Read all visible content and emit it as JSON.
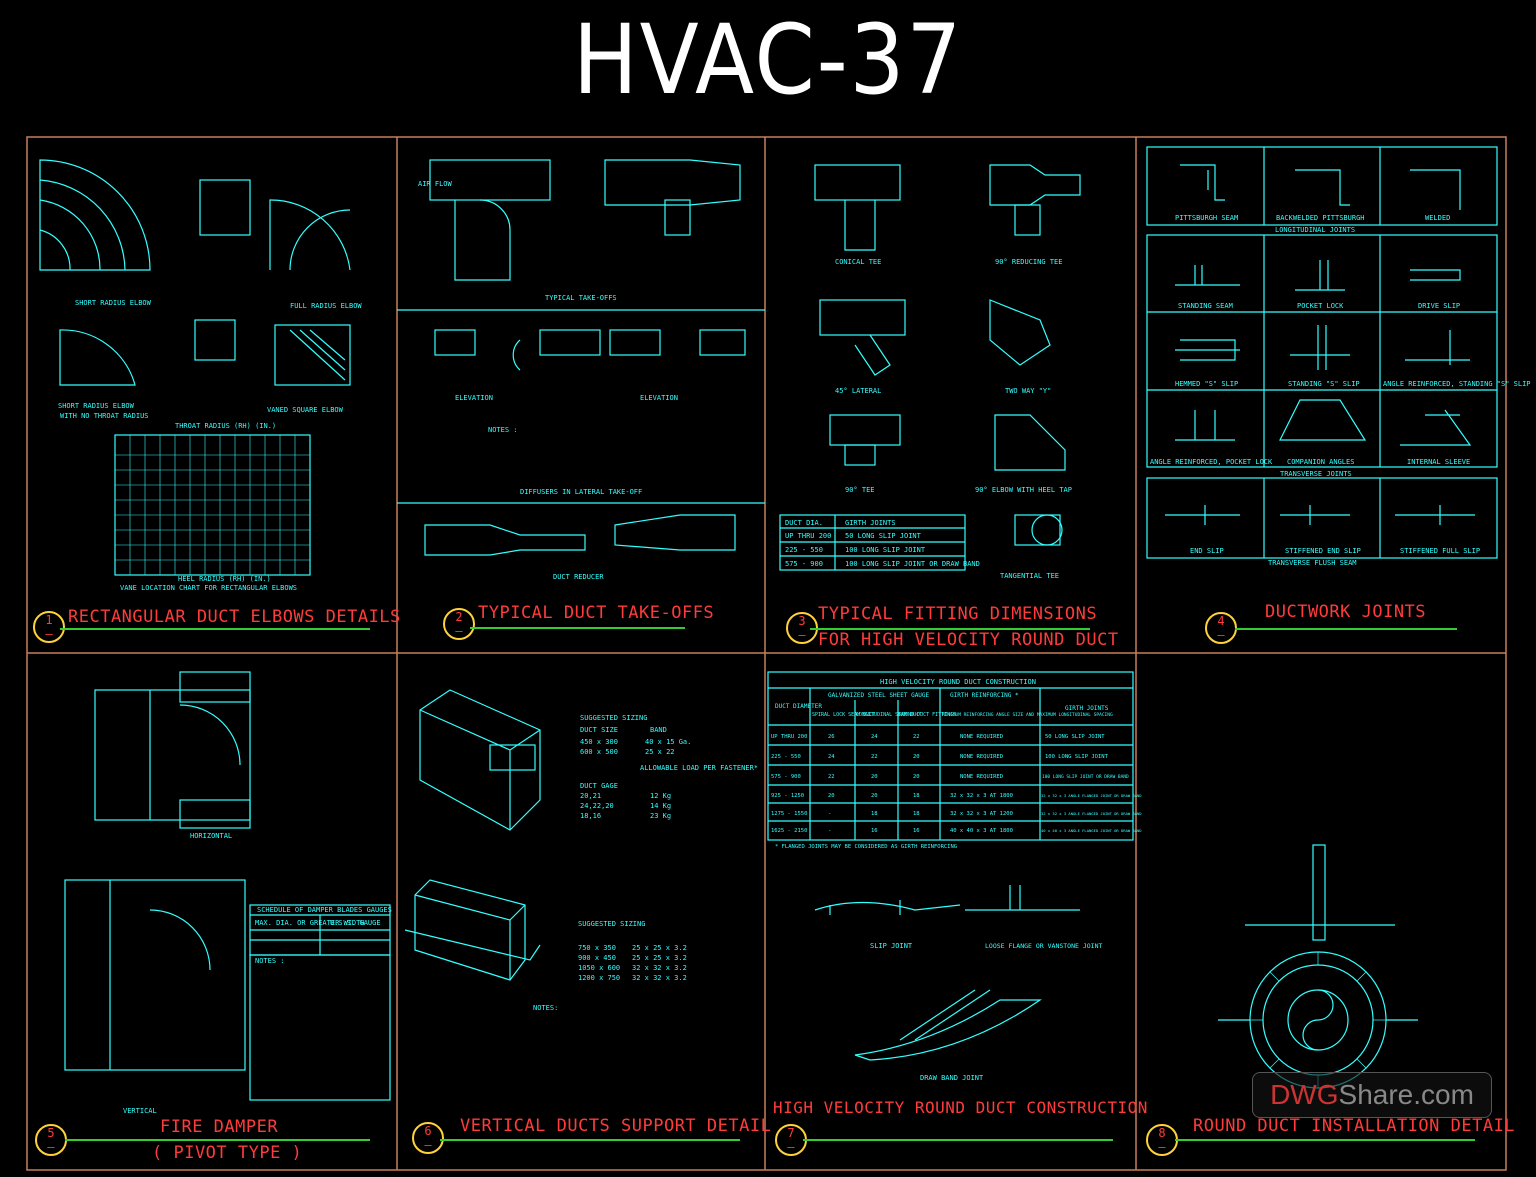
{
  "title": "HVAC-37",
  "colors": {
    "frame": "#c87e5a",
    "drawing": "#33ffff",
    "label": "#ff3b3b",
    "underline": "#33cc33",
    "marker": "#ffd23a",
    "background": "#000000",
    "title": "#ffffff"
  },
  "panels": [
    {
      "number": "1",
      "label": "RECTANGULAR DUCT ELBOWS DETAILS",
      "label2": ""
    },
    {
      "number": "2",
      "label": "TYPICAL DUCT TAKE-OFFS",
      "label2": ""
    },
    {
      "number": "3",
      "label": "TYPICAL FITTING DIMENSIONS",
      "label2": "FOR HIGH VELOCITY ROUND DUCT"
    },
    {
      "number": "4",
      "label": "DUCTWORK JOINTS",
      "label2": ""
    },
    {
      "number": "5",
      "label": "FIRE DAMPER",
      "label2": "( PIVOT TYPE )"
    },
    {
      "number": "6",
      "label": "VERTICAL DUCTS SUPPORT DETAIL",
      "label2": ""
    },
    {
      "number": "7",
      "label": "HIGH VELOCITY ROUND DUCT CONSTRUCTION",
      "label2": ""
    },
    {
      "number": "8",
      "label": "ROUND DUCT INSTALLATION DETAIL",
      "label2": ""
    }
  ],
  "panel1": {
    "sub1": "SHORT RADIUS ELBOW",
    "sub2": "FULL RADIUS ELBOW",
    "sub3": "SHORT RADIUS ELBOW",
    "sub3b": "WITH NO THROAT RADIUS",
    "sub4": "VANED SQUARE ELBOW",
    "chart_caption": "VANE LOCATION CHART FOR RECTANGULAR ELBOWS",
    "chart_top": "THROAT RADIUS (RH) (IN.)",
    "chart_bottom": "HEEL RADIUS (RH) (IN.)"
  },
  "panel2": {
    "sub1": "TYPICAL TAKE-OFFS",
    "sub2": "ELEVATION",
    "sub3": "ELEVATION",
    "notes": "NOTES :",
    "sub4": "DIFFUSERS IN LATERAL TAKE-OFF",
    "sub5": "DUCT REDUCER",
    "airflow": "AIR FLOW"
  },
  "panel3": {
    "fittings": [
      "CONICAL TEE",
      "90° REDUCING TEE",
      "45° LATERAL",
      "TWO WAY \"Y\"",
      "90° TEE",
      "90° ELBOW WITH HEEL TAP",
      "TANGENTIAL TEE"
    ],
    "table_headers": [
      "DUCT DIA.",
      "GIRTH JOINTS"
    ],
    "table_rows": [
      [
        "UP THRU 200",
        "50 LONG SLIP JOINT"
      ],
      [
        "225 - 550",
        "100 LONG SLIP JOINT"
      ],
      [
        "575 - 900",
        "100 LONG SLIP JOINT OR DRAW BAND"
      ]
    ]
  },
  "panel4": {
    "joints": [
      "PITTSBURGH SEAM",
      "BACKWELDED PITTSBURGH",
      "WELDED",
      "STANDING SEAM",
      "POCKET LOCK",
      "DRIVE SLIP",
      "HEMMED \"S\" SLIP",
      "STANDING \"S\" SLIP",
      "ANGLE REINFORCED, STANDING \"S\" SLIP",
      "ANGLE REINFORCED, POCKET LOCK",
      "COMPANION ANGLES",
      "INTERNAL SLEEVE",
      "END SLIP",
      "STIFFENED END SLIP",
      "STIFFENED FULL SLIP"
    ],
    "group1": "LONGITUDINAL JOINTS",
    "group2": "TRANSVERSE JOINTS",
    "group3": "TRANSVERSE FLUSH SEAM"
  },
  "panel5": {
    "sub1": "HORIZONTAL",
    "sub2": "VERTICAL",
    "schedule_title": "SCHEDULE OF DAMPER BLADES GAUGES",
    "schedule_headers": [
      "MAX. DIA. OR GREATER WIDTH",
      "U.S.S. GAUGE"
    ],
    "notes": "NOTES :"
  },
  "panel6": {
    "sizing1": "SUGGESTED SIZING",
    "sizing_headers": [
      "DUCT SIZE",
      "BAND"
    ],
    "sizing_rows": [
      [
        "450 x 300",
        "40 x 15 Ga."
      ],
      [
        "600 x 500",
        "25 x 22"
      ]
    ],
    "gage_headers": [
      "DUCT GAGE",
      "ALLOWABLE LOAD PER FASTENER*"
    ],
    "gage_rows": [
      [
        "20,21",
        "12 Kg"
      ],
      [
        "24,22,20",
        "14 Kg"
      ],
      [
        "18,16",
        "23 Kg"
      ]
    ],
    "sizing2": "SUGGESTED SIZING",
    "sizing2_rows": [
      [
        "750 x 350",
        "25 x 25 x 3.2"
      ],
      [
        "900 x 450",
        "25 x 25 x 3.2"
      ],
      [
        "1050 x 600",
        "32 x 32 x 3.2"
      ],
      [
        "1200 x 750",
        "32 x 32 x 3.2"
      ]
    ],
    "notes": "NOTES:"
  },
  "panel7": {
    "table_title": "HIGH VELOCITY ROUND DUCT CONSTRUCTION",
    "headers": [
      "DUCT DIAMETER",
      "SPIRAL LOCK SEAM DUCT",
      "LONGITUDINAL SEAM DUCT",
      "ROUND DUCT FITTINGS",
      "MINIMUM REINFORCING ANGLE SIZE AND MAXIMUM LONGITUDINAL SPACING",
      "GIRTH JOINTS"
    ],
    "group_headers": [
      "GALVANIZED STEEL SHEET GAUGE",
      "GIRTH REINFORCING *"
    ],
    "rows": [
      [
        "UP THRU 200",
        "26",
        "24",
        "22",
        "NONE REQUIRED",
        "50 LONG SLIP JOINT"
      ],
      [
        "225 - 550",
        "24",
        "22",
        "20",
        "NONE REQUIRED",
        "100 LONG SLIP JOINT"
      ],
      [
        "575 - 900",
        "22",
        "20",
        "20",
        "NONE REQUIRED",
        "100 LONG SLIP JOINT OR DRAW BAND"
      ],
      [
        "925 - 1250",
        "20",
        "20",
        "18",
        "32 x 32 x 3 AT 1800",
        "32 x 32 x 3 ANGLE FLANGED JOINT OR DRAW BAND"
      ],
      [
        "1275 - 1550",
        "-",
        "18",
        "18",
        "32 x 32 x 3 AT 1200",
        "32 x 32 x 3 ANGLE FLANGED JOINT OR DRAW BAND"
      ],
      [
        "1625 - 2150",
        "-",
        "16",
        "16",
        "40 x 40 x 3 AT 1800",
        "40 x 40 x 3 ANGLE FLANGED JOINT OR DRAW BAND"
      ]
    ],
    "footnote": "* FLANGED JOINTS MAY BE CONSIDERED AS GIRTH REINFORCING",
    "sub1": "SLIP JOINT",
    "sub2": "LOOSE FLANGE OR VANSTONE JOINT",
    "sub3": "DRAW BAND JOINT"
  },
  "watermark": {
    "brand_a": "DWG",
    "brand_b": "Share.com"
  }
}
